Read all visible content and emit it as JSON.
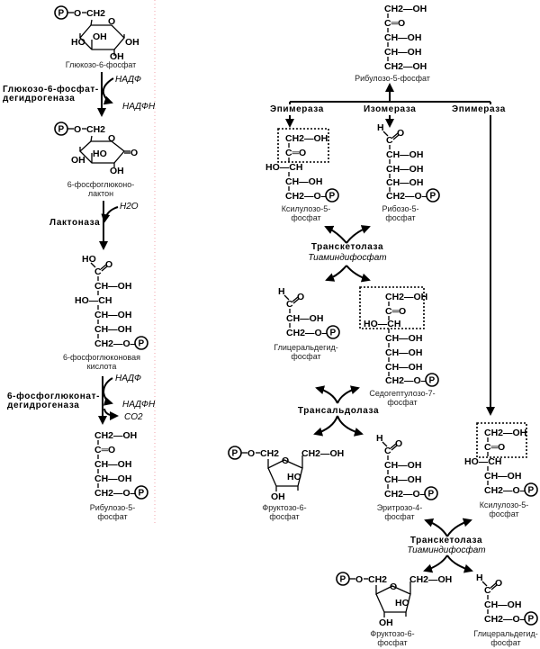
{
  "diagram": {
    "title": "Pentose phosphate pathway",
    "phosphate_symbol": "P",
    "oxidative_branch": {
      "compounds": {
        "glucose6p": {
          "name": "Глюкозо-6-фосфат",
          "labels": [
            "O",
            "CH2",
            "O",
            "OH",
            "HO",
            "OH",
            "OH"
          ]
        },
        "lactone": {
          "name_lines": [
            "6-фосфоглюконо-",
            "лактон"
          ],
          "labels": [
            "O",
            "CH2",
            "O",
            "O",
            "OH",
            "HO",
            "OH"
          ]
        },
        "gluconate": {
          "name_lines": [
            "6-фосфоглюконовая",
            "кислота"
          ],
          "rows": [
            "HO",
            "C",
            "O",
            "CH—OH",
            "HO—CH",
            "CH—OH",
            "CH—OH",
            "CH2—O—"
          ]
        },
        "ribulose5p": {
          "name_lines": [
            "Рибулозо-5-",
            "фосфат"
          ],
          "rows": [
            "CH2—OH",
            "C═O",
            "CH—OH",
            "CH—OH",
            "CH2—O—"
          ]
        }
      },
      "enzymes": [
        {
          "name_lines": [
            "Глюкозо-6-фосфат-",
            "дегидрогеназа"
          ],
          "in": "НАДФ",
          "out": [
            "НАДФН"
          ]
        },
        {
          "name_lines": [
            "Лактоназа"
          ],
          "in": "H2O",
          "out": []
        },
        {
          "name_lines": [
            "6-фосфоглюконат-",
            "дегидрогеназа"
          ],
          "in": "НАДФ",
          "out": [
            "НАДФН",
            "CO2"
          ]
        }
      ]
    },
    "nonoxidative_branch": {
      "ribulose5p_top": {
        "name": "Рибулозо-5-фосфат",
        "rows": [
          "CH2—OH",
          "C═O",
          "CH—OH",
          "CH—OH",
          "CH2—OH"
        ]
      },
      "split_enzymes": [
        "Эпимераза",
        "Изомераза",
        "Эпимераза"
      ],
      "xylulose5p_a": {
        "name_lines": [
          "Ксилулозо-5-",
          "фосфат"
        ],
        "rows": [
          "CH2—OH",
          "C═O",
          "HO—CH",
          "CH—OH",
          "CH2—O—"
        ]
      },
      "ribose5p": {
        "name_lines": [
          "Рибозо-5-",
          "фосфат"
        ],
        "rows": [
          "H",
          "C",
          "O",
          "CH—OH",
          "CH—OH",
          "CH—OH",
          "CH2—O—"
        ]
      },
      "transketolase_1": {
        "name": "Транскетолаза",
        "cofactor": "Тиаминдифосфат"
      },
      "glyceraldehyde3p_a": {
        "name_lines": [
          "Глицеральдегид-",
          "фосфат"
        ],
        "rows": [
          "H",
          "C",
          "O",
          "CH—OH",
          "CH2—O—"
        ]
      },
      "sedoheptulose7p": {
        "name_lines": [
          "Седогептулозо-7-",
          "фосфат"
        ],
        "rows": [
          "CH2—OH",
          "C═O",
          "HO—CH",
          "CH—OH",
          "CH—OH",
          "CH—OH",
          "CH2—O—"
        ]
      },
      "transaldolase": {
        "name": "Трансальдолаза"
      },
      "fructose6p_a": {
        "name_lines": [
          "Фруктозо-6-",
          "фосфат"
        ],
        "labels": [
          "O",
          "CH2",
          "O",
          "CH2—OH",
          "HO",
          "OH"
        ]
      },
      "erythrose4p": {
        "name_lines": [
          "Эритрозо-4-",
          "фосфат"
        ],
        "rows": [
          "H",
          "C",
          "O",
          "CH—OH",
          "CH—OH",
          "CH2—O—"
        ]
      },
      "xylulose5p_b": {
        "name_lines": [
          "Ксилулозо-5-",
          "фосфат"
        ],
        "rows": [
          "CH2—OH",
          "C═O",
          "HO—CH",
          "CH—OH",
          "CH2—O—"
        ]
      },
      "transketolase_2": {
        "name": "Транскетолаза",
        "cofactor": "Тиаминдифосфат"
      },
      "fructose6p_b": {
        "name_lines": [
          "Фруктозо-6-",
          "фосфат"
        ],
        "labels": [
          "O",
          "CH2",
          "O",
          "CH2—OH",
          "HO",
          "OH"
        ]
      },
      "glyceraldehyde3p_b": {
        "name_lines": [
          "Глицеральдегид-",
          "фосфат"
        ],
        "rows": [
          "H",
          "C",
          "O",
          "CH—OH",
          "CH2—O—"
        ]
      }
    },
    "colors": {
      "ink": "#000000",
      "divider": "#f2a0a8",
      "background": "#ffffff"
    }
  }
}
